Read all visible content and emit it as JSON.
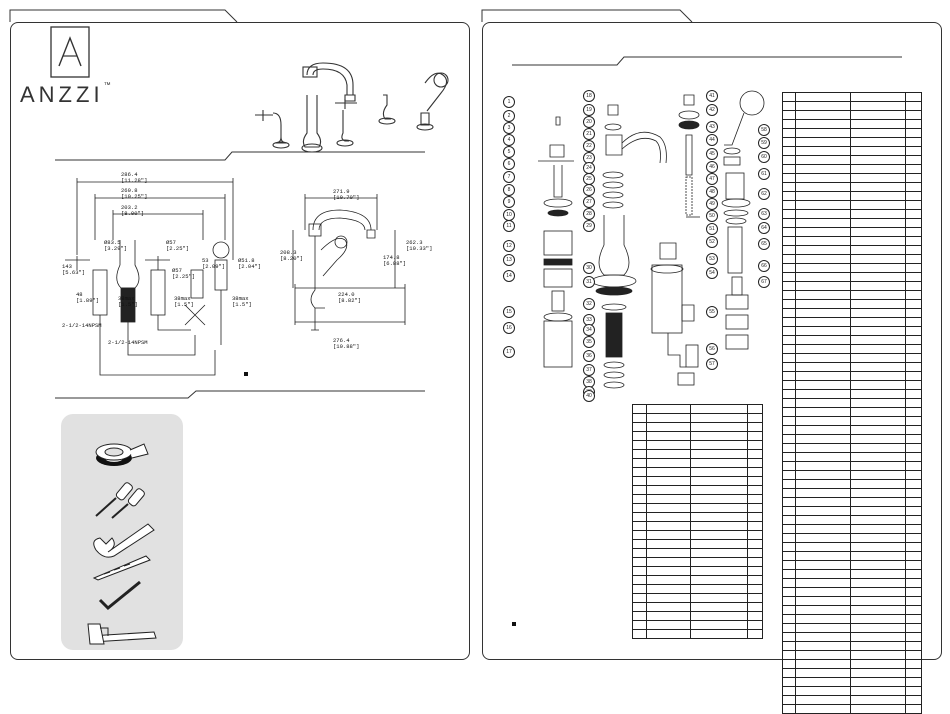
{
  "brand": {
    "name": "ANZZI",
    "trademark": "™"
  },
  "dimensions": {
    "overall_width": "286.4",
    "overall_width_in": "[11.28\"]",
    "spread_1": "260.8",
    "spread_1_in": "[10.25\"]",
    "spread_2": "203.2",
    "spread_2_in": "[8.00\"]",
    "handle_dia": "Ø83.5",
    "handle_dia_in": "[3.29\"]",
    "h_57a": "Ø57",
    "h_57a_in": "[2.25\"]",
    "h_57b": "Ø57",
    "h_57b_in": "[2.25\"]",
    "height_143": "143",
    "height_143_in": "[5.63\"]",
    "depth_48": "48",
    "depth_48_in": "[1.89\"]",
    "hose_dia": "Ø51.8",
    "hose_dia_in": "[2.04\"]",
    "sh_53": "53",
    "sh_53_in": "[2.09\"]",
    "thread_a": "2-1/2-14NPSM",
    "thread_b": "2-1/2-14NPSM",
    "max_a": "38max",
    "max_a_in": "[1.5\"]",
    "max_b": "38max",
    "max_b_in": "[1.5\"]",
    "max_c": "38max",
    "max_c_in": "[1.5\"]",
    "spout_reach": "271.9",
    "spout_reach_in": "[10.70\"]",
    "spout_h": "208.3",
    "spout_h_in": "[8.20\"]",
    "spout_drop": "174.8",
    "spout_drop_in": "[6.88\"]",
    "spout_outlet": "262.3",
    "spout_outlet_in": "[10.33\"]",
    "base_dim": "224.0",
    "base_dim_in": "[8.82\"]",
    "base_total": "276.4",
    "base_total_in": "[10.88\"]"
  },
  "callouts_left": [
    "1",
    "2",
    "3",
    "4",
    "5",
    "6",
    "7",
    "8",
    "9",
    "10",
    "11",
    "12",
    "13",
    "14",
    "15",
    "16",
    "17"
  ],
  "callouts_mid": [
    "18",
    "19",
    "20",
    "21",
    "22",
    "23",
    "24",
    "25",
    "26",
    "27",
    "28",
    "29",
    "30",
    "31",
    "32",
    "33",
    "34",
    "35",
    "36",
    "37",
    "38",
    "39",
    "40"
  ],
  "callouts_right": [
    "41",
    "42",
    "43",
    "44",
    "45",
    "46",
    "47",
    "48",
    "49",
    "50",
    "51",
    "52",
    "53",
    "54",
    "55",
    "56",
    "57",
    "58",
    "59",
    "60",
    "61",
    "62",
    "63",
    "64",
    "65",
    "66",
    "67"
  ],
  "tools": [
    "plumbers-tape",
    "screwdrivers",
    "adjustable-wrench",
    "drill-bit",
    "hex-key",
    "pipe-wrench"
  ],
  "colors": {
    "line": "#222222",
    "tools_bg": "#e1e1e1"
  }
}
